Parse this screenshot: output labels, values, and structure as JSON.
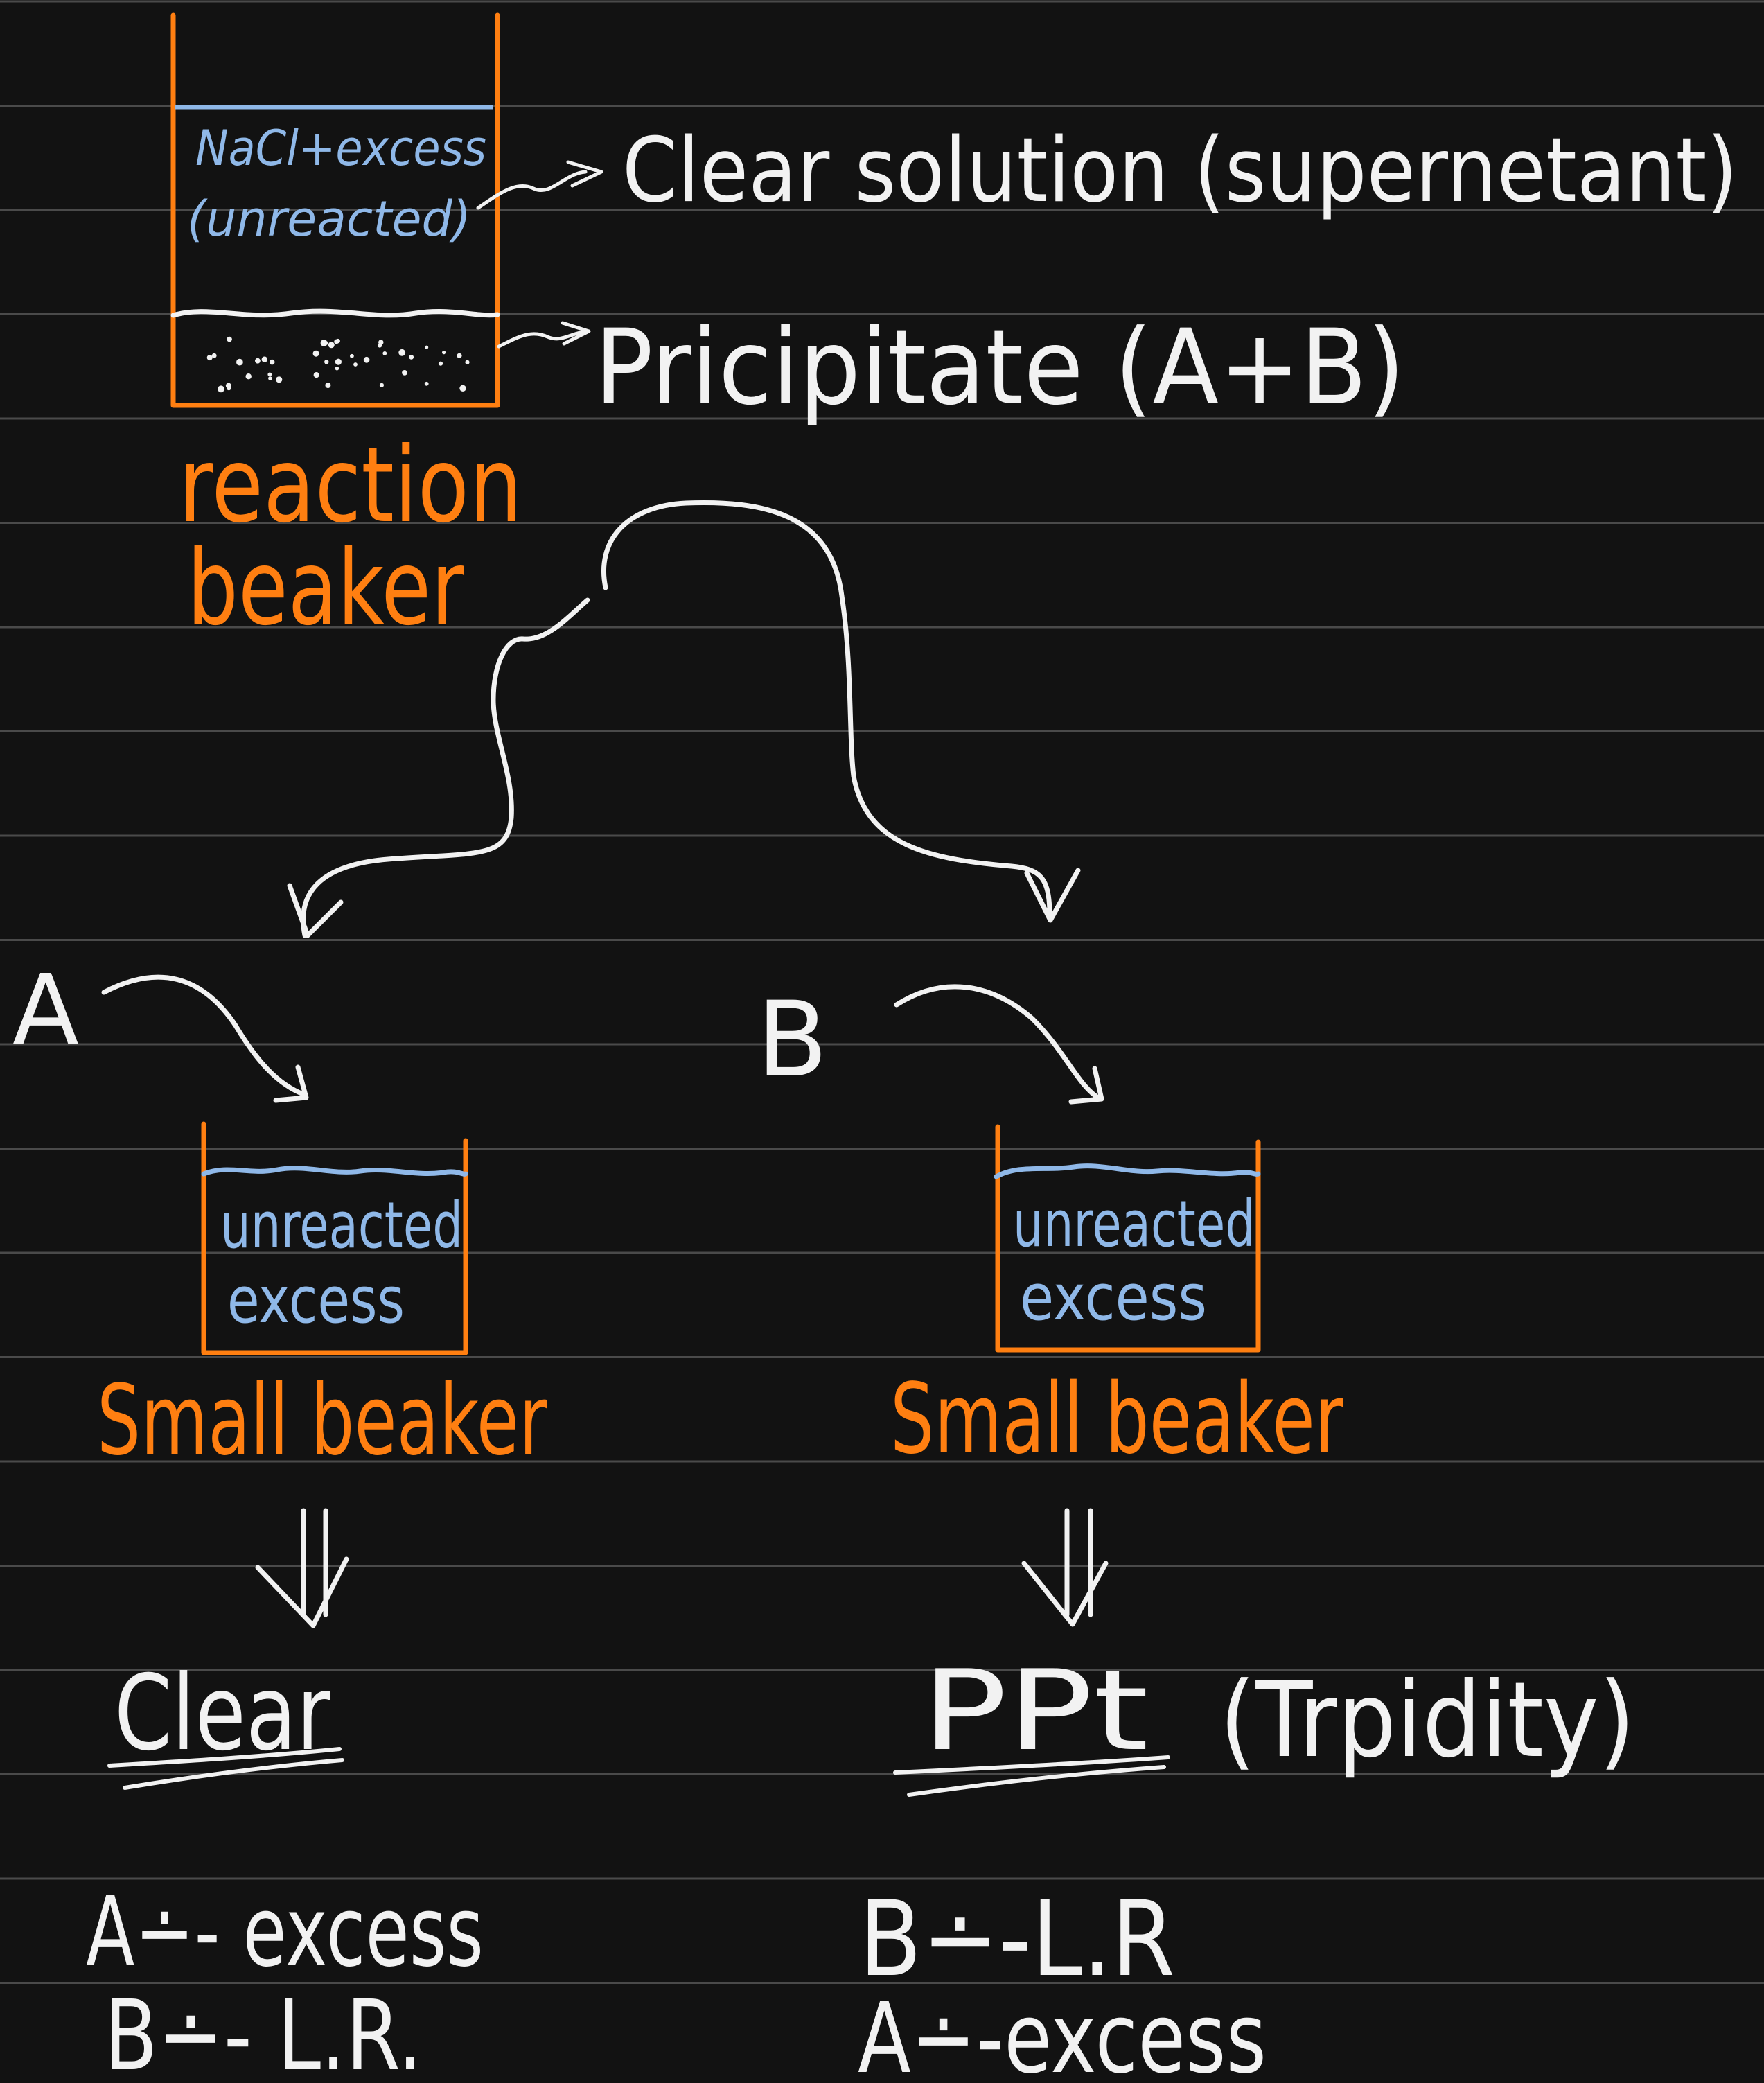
{
  "colors": {
    "background": "#121212",
    "ruled_line": "#4a4a4a",
    "ink_white": "#f2f2f2",
    "ink_blue": "#8fb8e8",
    "ink_orange": "#ff7f11"
  },
  "reaction_beaker": {
    "contents_line1": "NaCl+excess",
    "contents_line2": "(unreacted)",
    "label_line1": "reaction",
    "label_line2": "beaker"
  },
  "annotations": {
    "supernatant": "Clear solution (supernetant)",
    "precipitate": "Pricipitate (A+B)"
  },
  "branch_a": {
    "label": "A",
    "beaker_line1": "unreacted",
    "beaker_line2": "excess",
    "beaker_label": "Small beaker",
    "result": "Clear",
    "conclusion_line1": "A∸- excess",
    "conclusion_line2": "B∸- L.R."
  },
  "branch_b": {
    "label": "B",
    "beaker_line1": "unreacted",
    "beaker_line2": "excess",
    "beaker_label": "Small beaker",
    "result": "PPt",
    "result_note": "(Trpidity)",
    "conclusion_line1": "B∸-L.R",
    "conclusion_line2": "A∸-excess"
  }
}
